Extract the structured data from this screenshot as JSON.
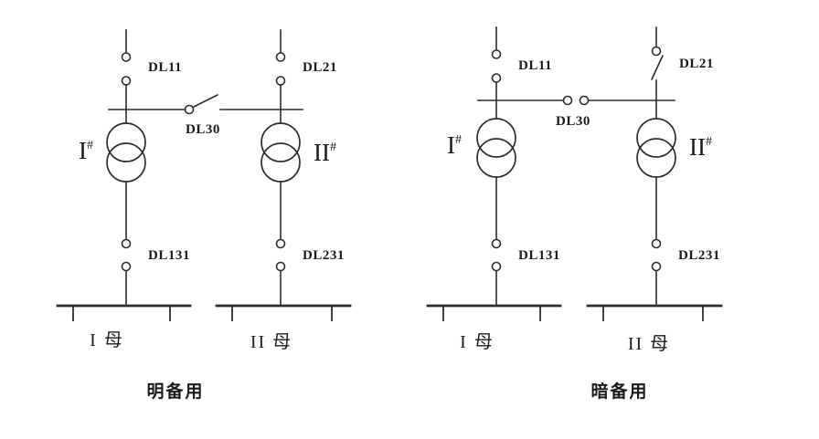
{
  "colors": {
    "line": "#2d2d2d",
    "background": "#ffffff"
  },
  "diagrams": [
    {
      "caption": "明备用",
      "labels": {
        "dl11": "DL11",
        "dl21": "DL21",
        "dl30": "DL30",
        "dl131": "DL131",
        "dl231": "DL231",
        "transformer1": "I",
        "transformer1_sup": "#",
        "transformer2": "II",
        "transformer2_sup": "#",
        "bus1": "I 母",
        "bus2": "II 母"
      }
    },
    {
      "caption": "暗备用",
      "labels": {
        "dl11": "DL11",
        "dl21": "DL21",
        "dl30": "DL30",
        "dl131": "DL131",
        "dl231": "DL231",
        "transformer1": "I",
        "transformer1_sup": "#",
        "transformer2": "II",
        "transformer2_sup": "#",
        "bus1": "I 母",
        "bus2": "II 母"
      }
    }
  ]
}
